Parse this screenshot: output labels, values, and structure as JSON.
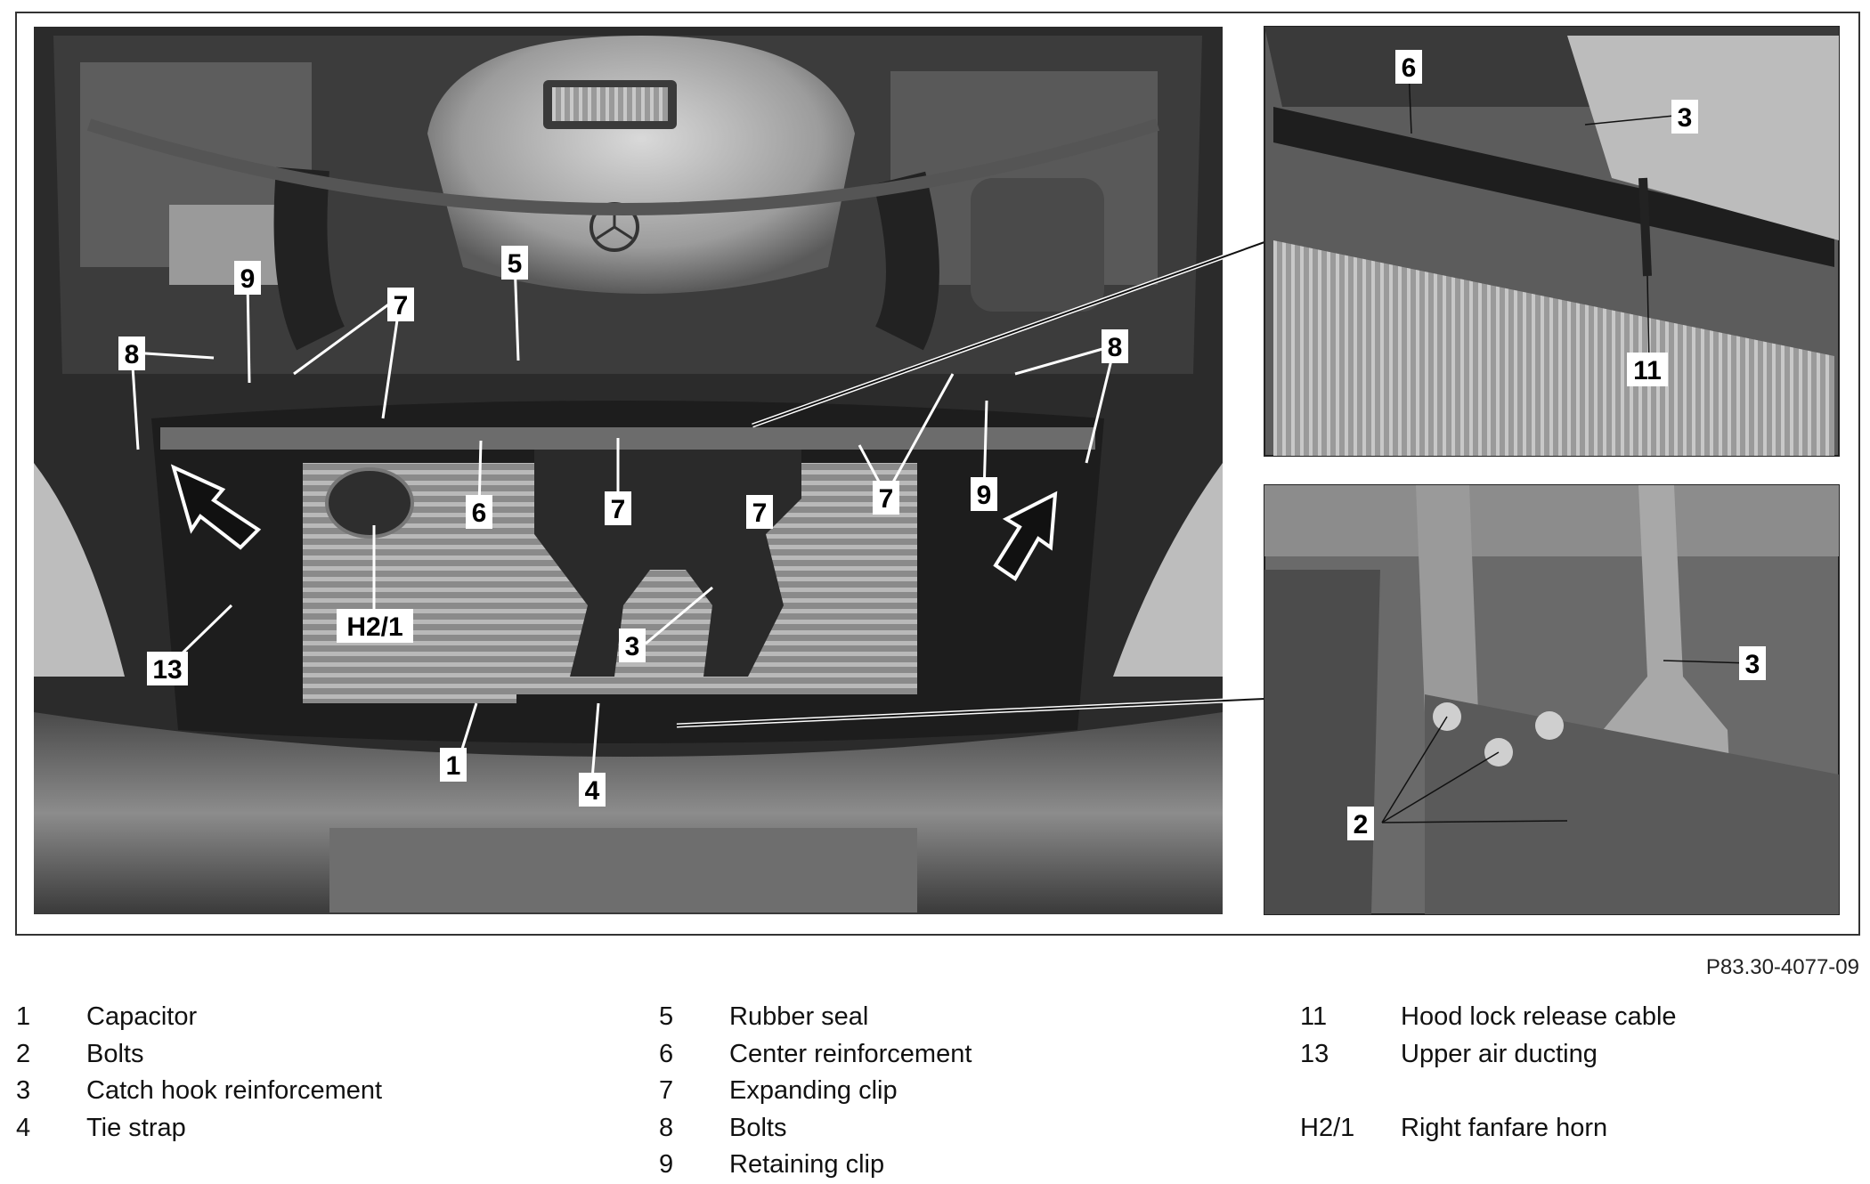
{
  "figure_id": "P83.30-4077-09",
  "callouts": {
    "main": [
      "1",
      "3",
      "4",
      "5",
      "6",
      "7",
      "7",
      "7",
      "7",
      "8",
      "8",
      "9",
      "9",
      "13",
      "H2/1"
    ],
    "inset_top": [
      "6",
      "3",
      "11"
    ],
    "inset_bottom": [
      "3",
      "2"
    ]
  },
  "legend": {
    "col1": [
      {
        "num": "1",
        "label": "Capacitor"
      },
      {
        "num": "2",
        "label": "Bolts"
      },
      {
        "num": "3",
        "label": "Catch hook reinforcement"
      },
      {
        "num": "4",
        "label": "Tie strap"
      }
    ],
    "col2": [
      {
        "num": "5",
        "label": "Rubber seal"
      },
      {
        "num": "6",
        "label": "Center reinforcement"
      },
      {
        "num": "7",
        "label": "Expanding clip"
      },
      {
        "num": "8",
        "label": "Bolts"
      },
      {
        "num": "9",
        "label": "Retaining clip"
      }
    ],
    "col3": [
      {
        "num": "11",
        "label": "Hood lock release cable"
      },
      {
        "num": "13",
        "label": "Upper air ducting"
      },
      {
        "num": "H2/1",
        "label": "Right fanfare horn"
      }
    ]
  }
}
